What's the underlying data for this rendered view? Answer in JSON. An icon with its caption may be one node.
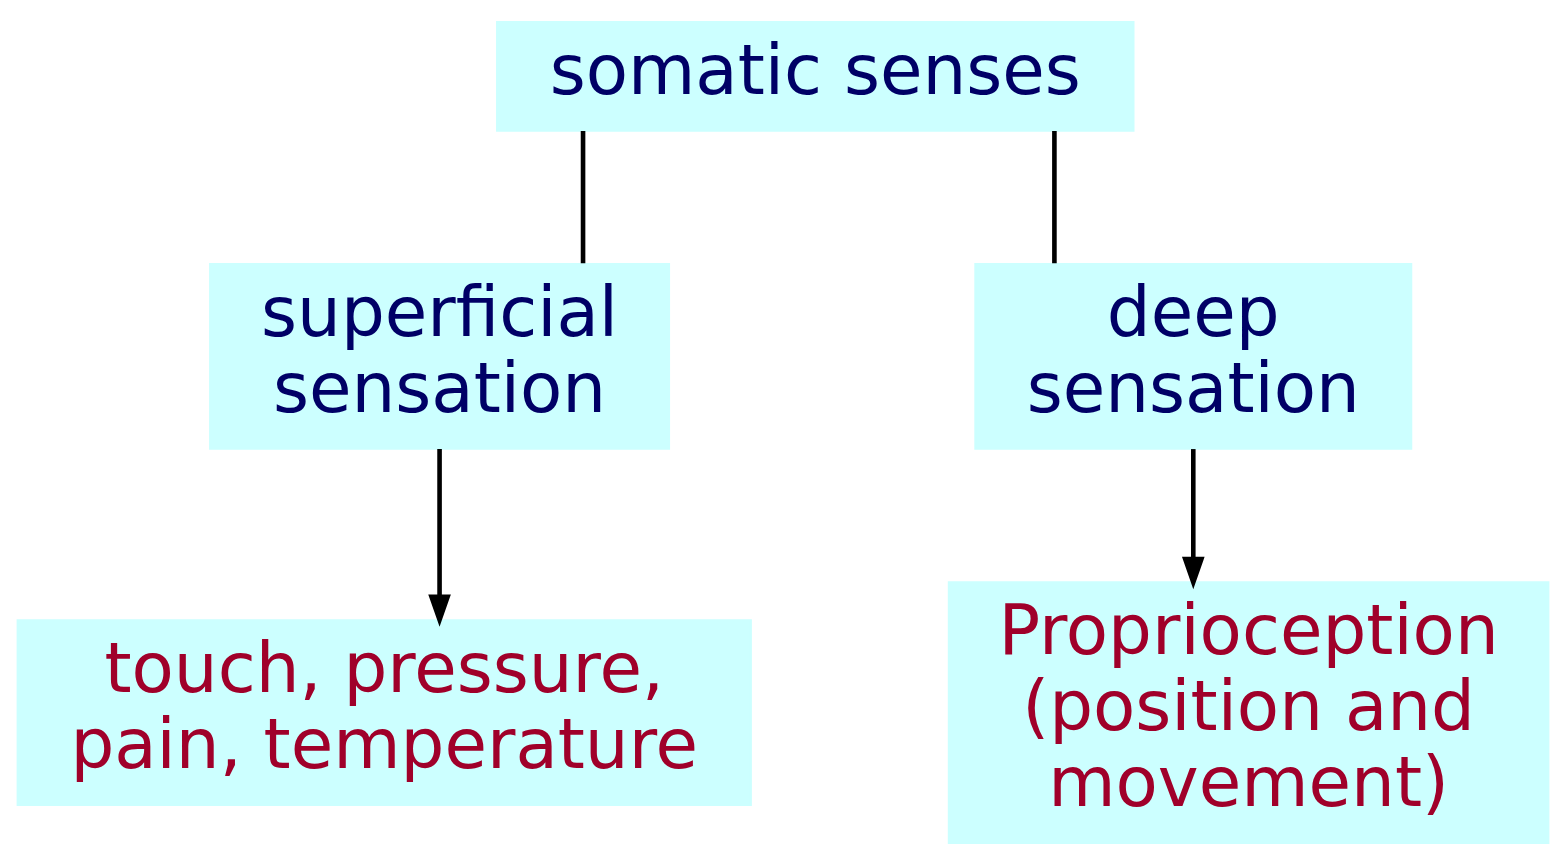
{
  "diagram": {
    "nodes": [
      {
        "text": [
          "somatic senses"
        ]
      },
      {
        "text": [
          "superficial sensation"
        ]
      },
      {
        "text": [
          "deep sensation"
        ]
      },
      {
        "text": [
          "touch, pressure, pain, temperature"
        ]
      },
      {
        "text": [
          "Proprioception (position and movement)"
        ]
      }
    ],
    "edges": [
      {
        "from": 0,
        "to": 1,
        "arrow": "none"
      },
      {
        "from": 0,
        "to": 2,
        "arrow": "none"
      },
      {
        "from": 1,
        "to": 3,
        "arrow": "to"
      },
      {
        "from": 2,
        "to": 4,
        "arrow": "to"
      }
    ]
  }
}
